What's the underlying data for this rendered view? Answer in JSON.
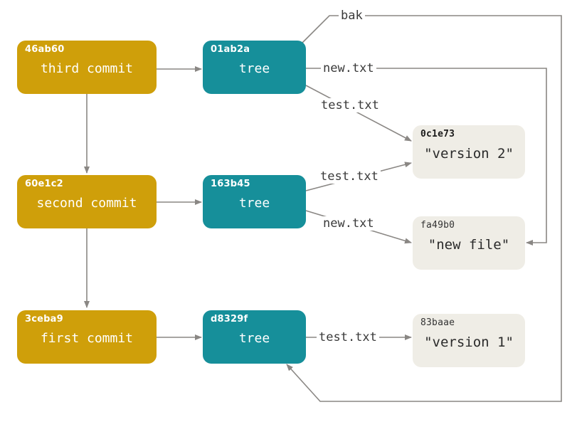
{
  "diagram": {
    "commits": [
      {
        "hash": "46ab60",
        "message": "third commit"
      },
      {
        "hash": "60e1c2",
        "message": "second commit"
      },
      {
        "hash": "3ceba9",
        "message": "first commit"
      }
    ],
    "trees": [
      {
        "hash": "01ab2a",
        "label": "tree"
      },
      {
        "hash": "163b45",
        "label": "tree"
      },
      {
        "hash": "d8329f",
        "label": "tree"
      }
    ],
    "blobs": [
      {
        "hash": "0c1e73",
        "content": "\"version 2\""
      },
      {
        "hash": "fa49b0",
        "content": "\"new file\""
      },
      {
        "hash": "83baae",
        "content": "\"version 1\""
      }
    ],
    "edge_labels": {
      "bak": "bak",
      "new_txt": "new.txt",
      "test_txt": "test.txt"
    },
    "colors": {
      "commit": "#cf9f0a",
      "tree": "#168f9a",
      "blob": "#efede6",
      "arrow": "#8a8784"
    }
  }
}
